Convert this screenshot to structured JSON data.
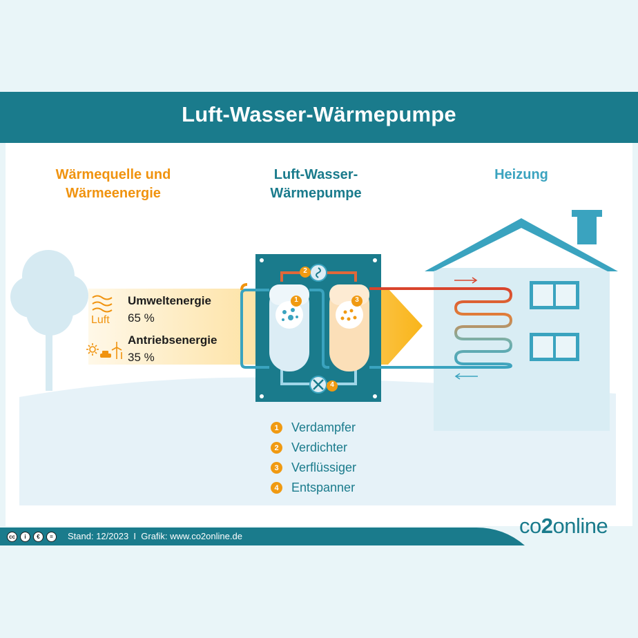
{
  "title": "Luft-Wasser-Wärmepumpe",
  "columns": {
    "source": "Wärmequelle und Wärmeenergie",
    "pump": "Luft-Wasser-Wärmepumpe",
    "heating": "Heizung"
  },
  "energy": {
    "environment_label": "Umweltenergie",
    "environment_value": "65 %",
    "drive_label": "Antriebsenergie",
    "drive_value": "35 %",
    "air_label": "Luft"
  },
  "components": [
    {
      "number": "1",
      "label": "Verdampfer"
    },
    {
      "number": "2",
      "label": "Verdichter"
    },
    {
      "number": "3",
      "label": "Verflüssiger"
    },
    {
      "number": "4",
      "label": "Entspanner"
    }
  ],
  "footer": {
    "credit": "Stand: 12/2023  I  Grafik: www.co2online.de",
    "license_icons": [
      "cc-icon",
      "by-icon",
      "nc-icon",
      "nd-icon"
    ]
  },
  "logo": {
    "part1": "co",
    "part2": "2",
    "part3": "online"
  },
  "colors": {
    "teal_dark": "#1a7b8c",
    "teal_light": "#3aa3bf",
    "orange": "#f09a12",
    "hot_red": "#d9442c",
    "cold_blue": "#3aa3bf",
    "house_fill": "#d9edf4"
  }
}
